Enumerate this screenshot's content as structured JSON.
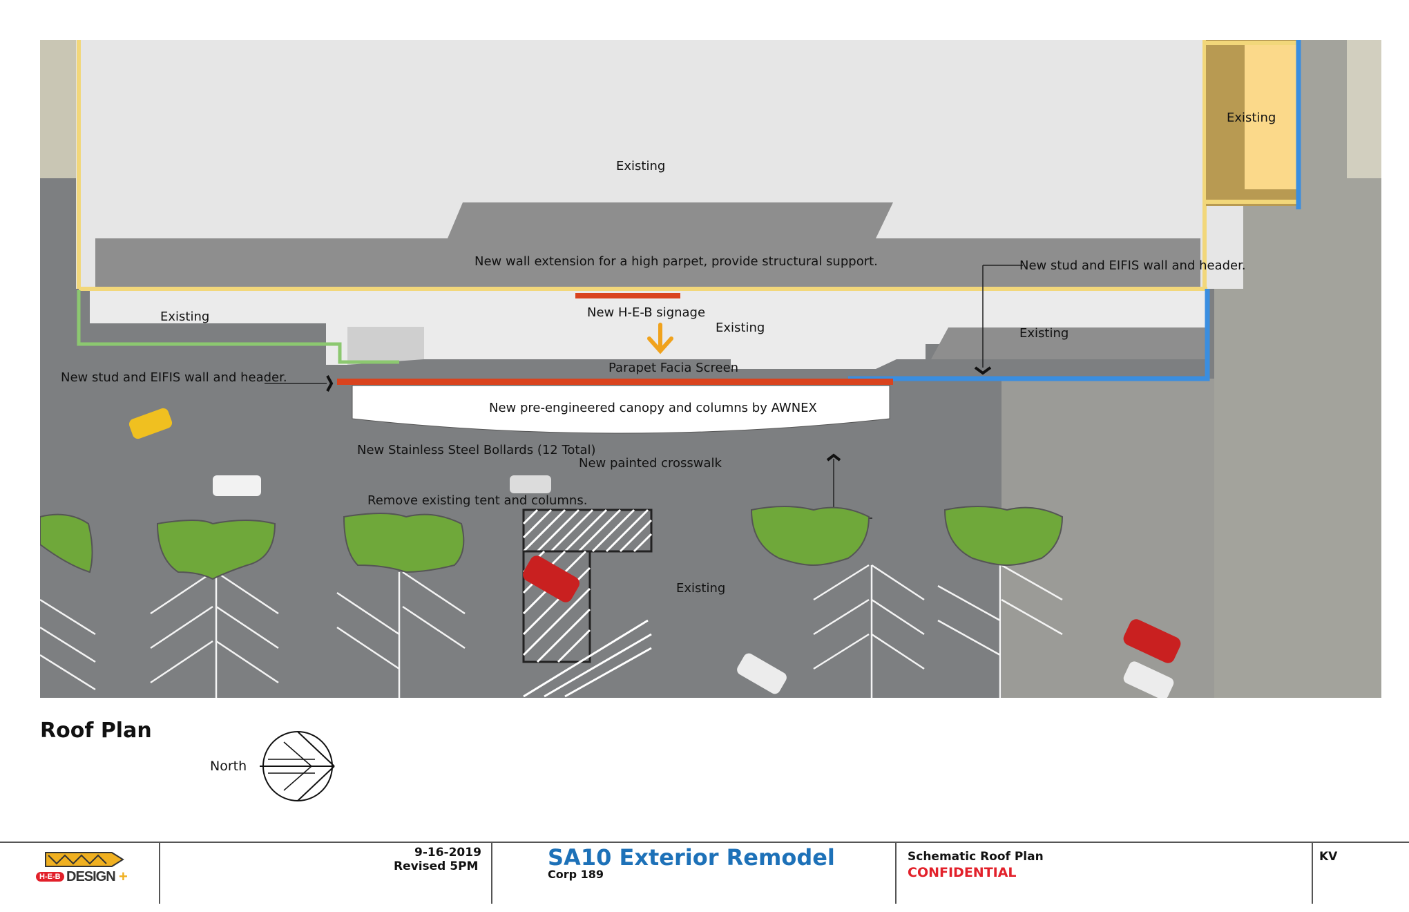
{
  "labels": {
    "existing_top": "Existing",
    "existing_topright": "Existing",
    "wall_extension": "New wall extension  for a high parpet, provide structural support.",
    "stud_right": "New stud and EIFIS wall and header.",
    "existing_left": "Existing",
    "heb_signage": "New H-E-B signage",
    "existing_mid": "Existing",
    "existing_right": "Existing",
    "parapet": "Parapet Facia Screen",
    "stud_left": "New stud and EIFIS wall and header.",
    "canopy": "New pre-engineered canopy and columns by AWNEX",
    "bollards": "New Stainless Steel Bollards (12 Total)",
    "crosswalk": "New painted crosswalk",
    "tent": "Remove existing tent and columns.",
    "existing_lot": "Existing"
  },
  "plan_title": "Roof Plan",
  "north_label": "North",
  "title_block": {
    "logo_text": "DESIGN",
    "logo_plus": "+",
    "logo_badge": "H-E-B",
    "date": "9-16-2019",
    "revised": "Revised 5PM",
    "project": "SA10 Exterior Remodel",
    "corp": "Corp 189",
    "sheet": "Schematic Roof Plan",
    "confidential": "CONFIDENTIAL",
    "initials": "KV"
  },
  "colors": {
    "roof": "#e6e6e6",
    "asphalt": "#7c7e80",
    "shadow": "#8f8f8f",
    "island": "#6fa83a",
    "canopy_edge": "#d9431e",
    "wall_blue": "#3a8ee0",
    "wall_green": "#8cc870",
    "wall_yellow": "#f2d77a",
    "signage_arrow": "#f0a21c",
    "project_blue": "#1d71b8",
    "confidential_red": "#e2202a"
  }
}
